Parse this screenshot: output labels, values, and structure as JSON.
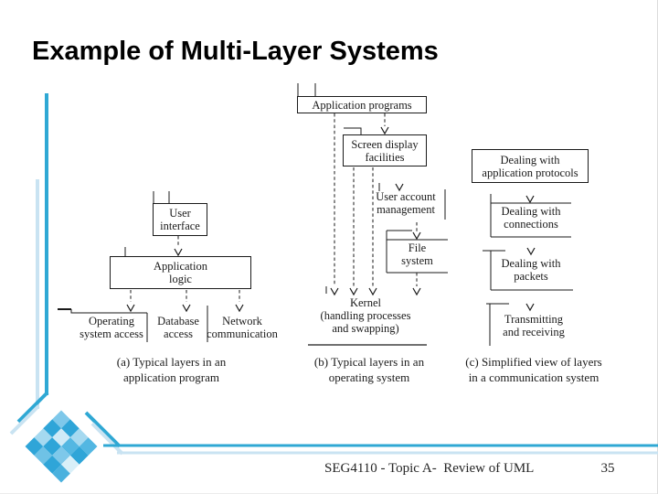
{
  "slide": {
    "title": "Example of Multi-Layer Systems",
    "footer": {
      "course": "SEG4110 - Topic A-  Review of UML",
      "page": "35"
    }
  },
  "diagram": {
    "labels": {
      "user_interface": "User\ninterface",
      "application_logic": "Application\nlogic",
      "operating_system_access": "Operating\nsystem access",
      "database_access": "Database\naccess",
      "network_communication": "Network\ncommunication",
      "application_programs": "Application programs",
      "screen_display": "Screen display\nfacilities",
      "user_account": "User account\nmanagement",
      "file_system": "File\nsystem",
      "kernel": "Kernel\n(handling processes\nand swapping)",
      "dealing_protocols": "Dealing with\napplication protocols",
      "dealing_connections": "Dealing with\nconnections",
      "dealing_packets": "Dealing with\npackets",
      "transmitting": "Transmitting\nand receiving"
    },
    "captions": {
      "a": "(a) Typical layers in an\napplication program",
      "b": "(b) Typical layers in an\noperating system",
      "c": "(c) Simplified view of layers\nin a communication system"
    }
  },
  "colors": {
    "accent_cyan": "#2FA8D4",
    "accent_light_blue": "#C9E3F2",
    "diagram_line": "#1A1A1A"
  }
}
